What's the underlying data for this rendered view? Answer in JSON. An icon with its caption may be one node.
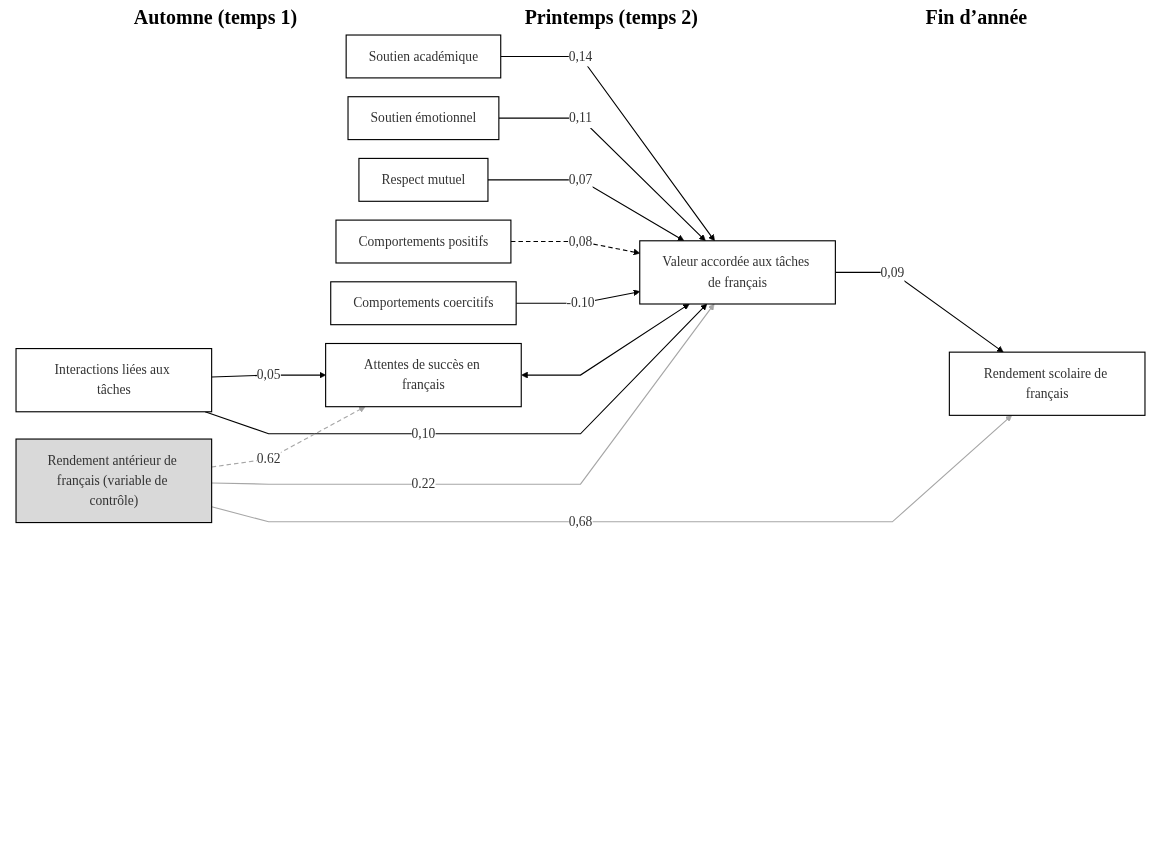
{
  "diagram": {
    "nodes": [
      {
        "text": [
          "Soutien académique"
        ]
      },
      {
        "text": [
          "Soutien émotionnel"
        ]
      },
      {
        "text": [
          "Respect mutuel"
        ]
      },
      {
        "text": [
          "Interactions liées aux tâches"
        ]
      },
      {
        "text": [
          "Comportements positifs"
        ]
      },
      {
        "text": [
          "Comportements coercitifs"
        ]
      },
      {
        "text": [
          "Rendement antérieur de français (variable de contrôle)"
        ]
      },
      {
        "text": [
          "Attentes de succès en français"
        ]
      },
      {
        "text": [
          "Valeur accordée aux tâches de français"
        ]
      },
      {
        "text": [
          "Rendement scolaire de français"
        ]
      }
    ],
    "edges": [
      {
        "from": 0,
        "to": 8,
        "arrow": "to",
        "label": "0,14"
      },
      {
        "from": 1,
        "to": 8,
        "arrow": "to",
        "label": "0,11"
      },
      {
        "from": 2,
        "to": 8,
        "arrow": "to",
        "label": "0,07"
      },
      {
        "from": 3,
        "to": 7,
        "arrow": "to",
        "label": "0,05"
      },
      {
        "from": 3,
        "to": 8,
        "arrow": "to",
        "label": "0,10"
      },
      {
        "from": 4,
        "to": 8,
        "arrow": "to",
        "label": "0,08",
        "style": "dashed"
      },
      {
        "from": 5,
        "to": 8,
        "arrow": "to",
        "label": "-0.10"
      },
      {
        "from": 6,
        "to": 7,
        "arrow": "to",
        "label": "0.62",
        "style": "dashed",
        "color": "#a6a6a6"
      },
      {
        "from": 6,
        "to": 8,
        "arrow": "to",
        "label": "0.22",
        "color": "#a6a6a6"
      },
      {
        "from": 6,
        "to": 9,
        "arrow": "to",
        "label": "0,68",
        "color": "#a6a6a6"
      },
      {
        "from": 7,
        "to": 8,
        "arrow": "both"
      },
      {
        "from": 8,
        "to": 9,
        "arrow": "to",
        "label": "0,09"
      }
    ],
    "labels": [
      "Automne (temps 1)",
      "Printemps (temps 2)",
      "Fin d’année"
    ]
  }
}
